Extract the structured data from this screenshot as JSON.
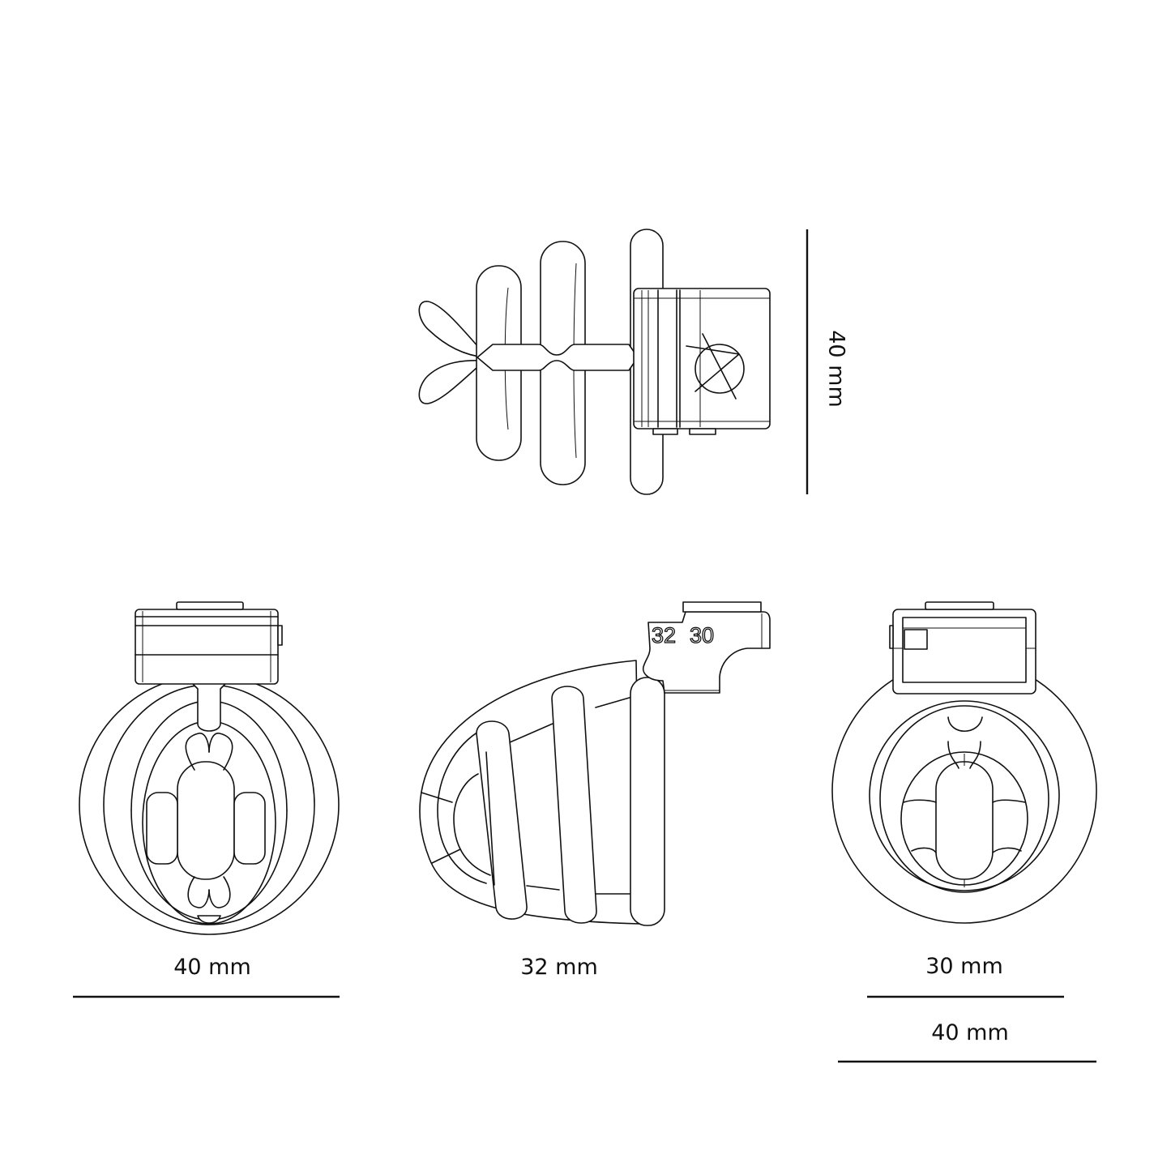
{
  "views": {
    "top": {
      "height_label": "40 mm",
      "logo": "anarchy-logo-icon"
    },
    "front": {
      "width_label": "40 mm"
    },
    "side": {
      "length_label": "32 mm",
      "engraving": {
        "size_a": "32",
        "size_b": "30"
      }
    },
    "back": {
      "inner_width_label": "30 mm",
      "outer_width_label": "40 mm"
    }
  },
  "colors": {
    "line": "#111111",
    "background": "#ffffff"
  }
}
